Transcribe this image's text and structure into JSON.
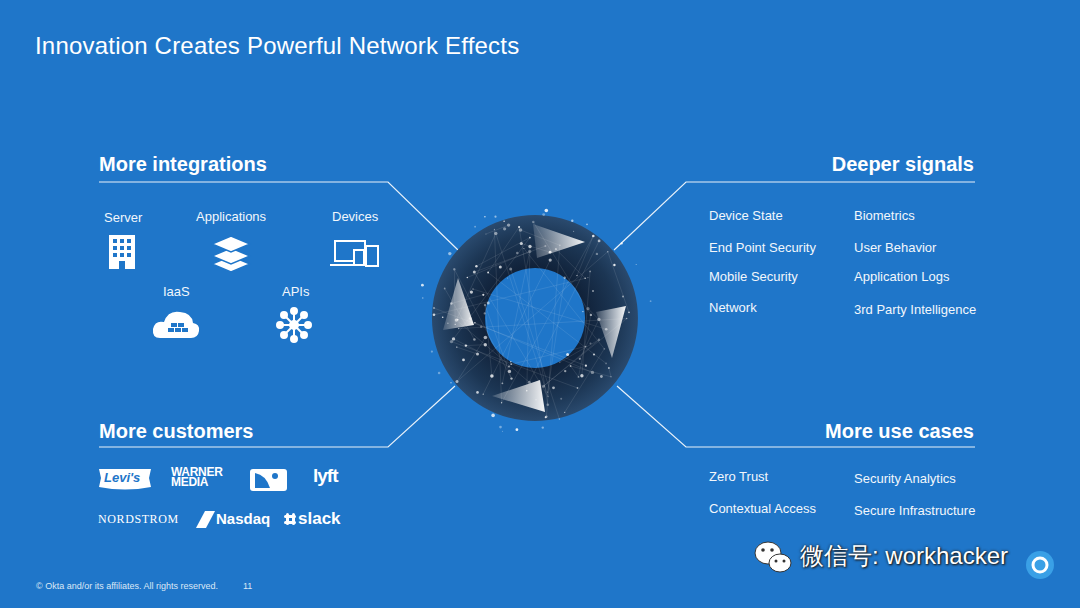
{
  "diagram": {
    "title": "Innovation Creates Powerful Network Effects",
    "labels": [
      "More integrations",
      "Server",
      "Applications",
      "Devices",
      "IaaS",
      "APIs",
      "Deeper signals",
      "Device State",
      "Biometrics",
      "End Point Security",
      "User Behavior",
      "Mobile Security",
      "Application Logs",
      "Network",
      "3rd Party Intelligence",
      "More customers",
      "Levi's",
      "WARNER MEDIA",
      "lyft",
      "NORDSTROM",
      "Nasdaq",
      "slack",
      "More use cases",
      "Zero Trust",
      "Security Analytics",
      "Contextual Access",
      "Secure Infrastructure",
      "© Okta and/or its affiliates. All rights reserved.",
      "11",
      "微信号: workhacker"
    ]
  }
}
